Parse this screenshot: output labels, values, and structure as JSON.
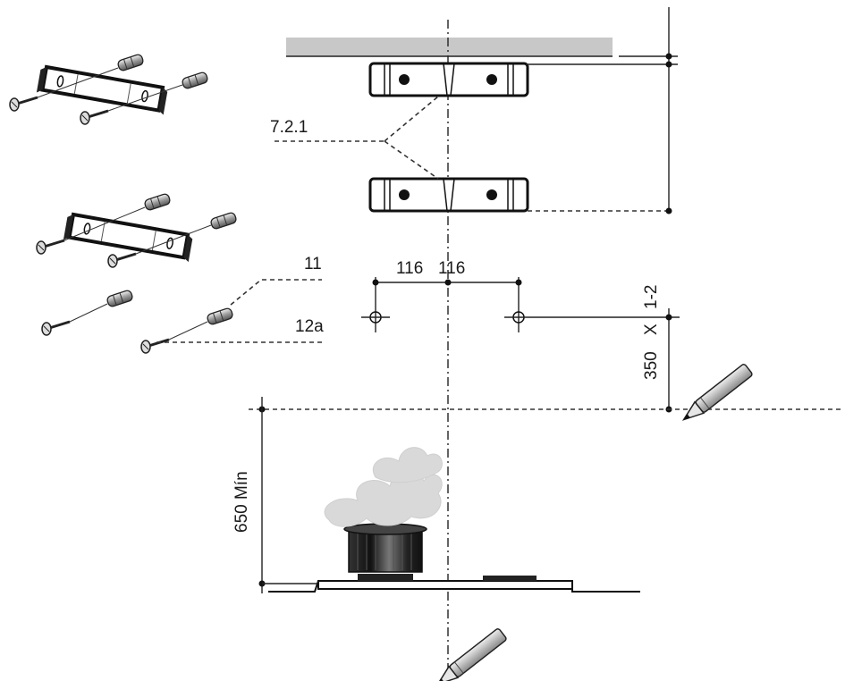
{
  "labels": {
    "ref_bracket": "7.2.1",
    "ref_screw": "11",
    "ref_plug": "12a",
    "dim_left": "116",
    "dim_right": "116",
    "dim_vertical": "350",
    "dim_multiplier": "X",
    "dim_qty": "1-2",
    "dim_min_height": "650 Mín"
  },
  "icons": {
    "bracket_kit_a": "wall-bracket-with-screws-icon",
    "bracket_kit_b": "wall-bracket-with-screws-icon",
    "screw_plug_set": "screw-and-wall-plug-icon",
    "pencil_mark": "pencil-icon",
    "cooktop": "hob-with-pot-icon"
  }
}
